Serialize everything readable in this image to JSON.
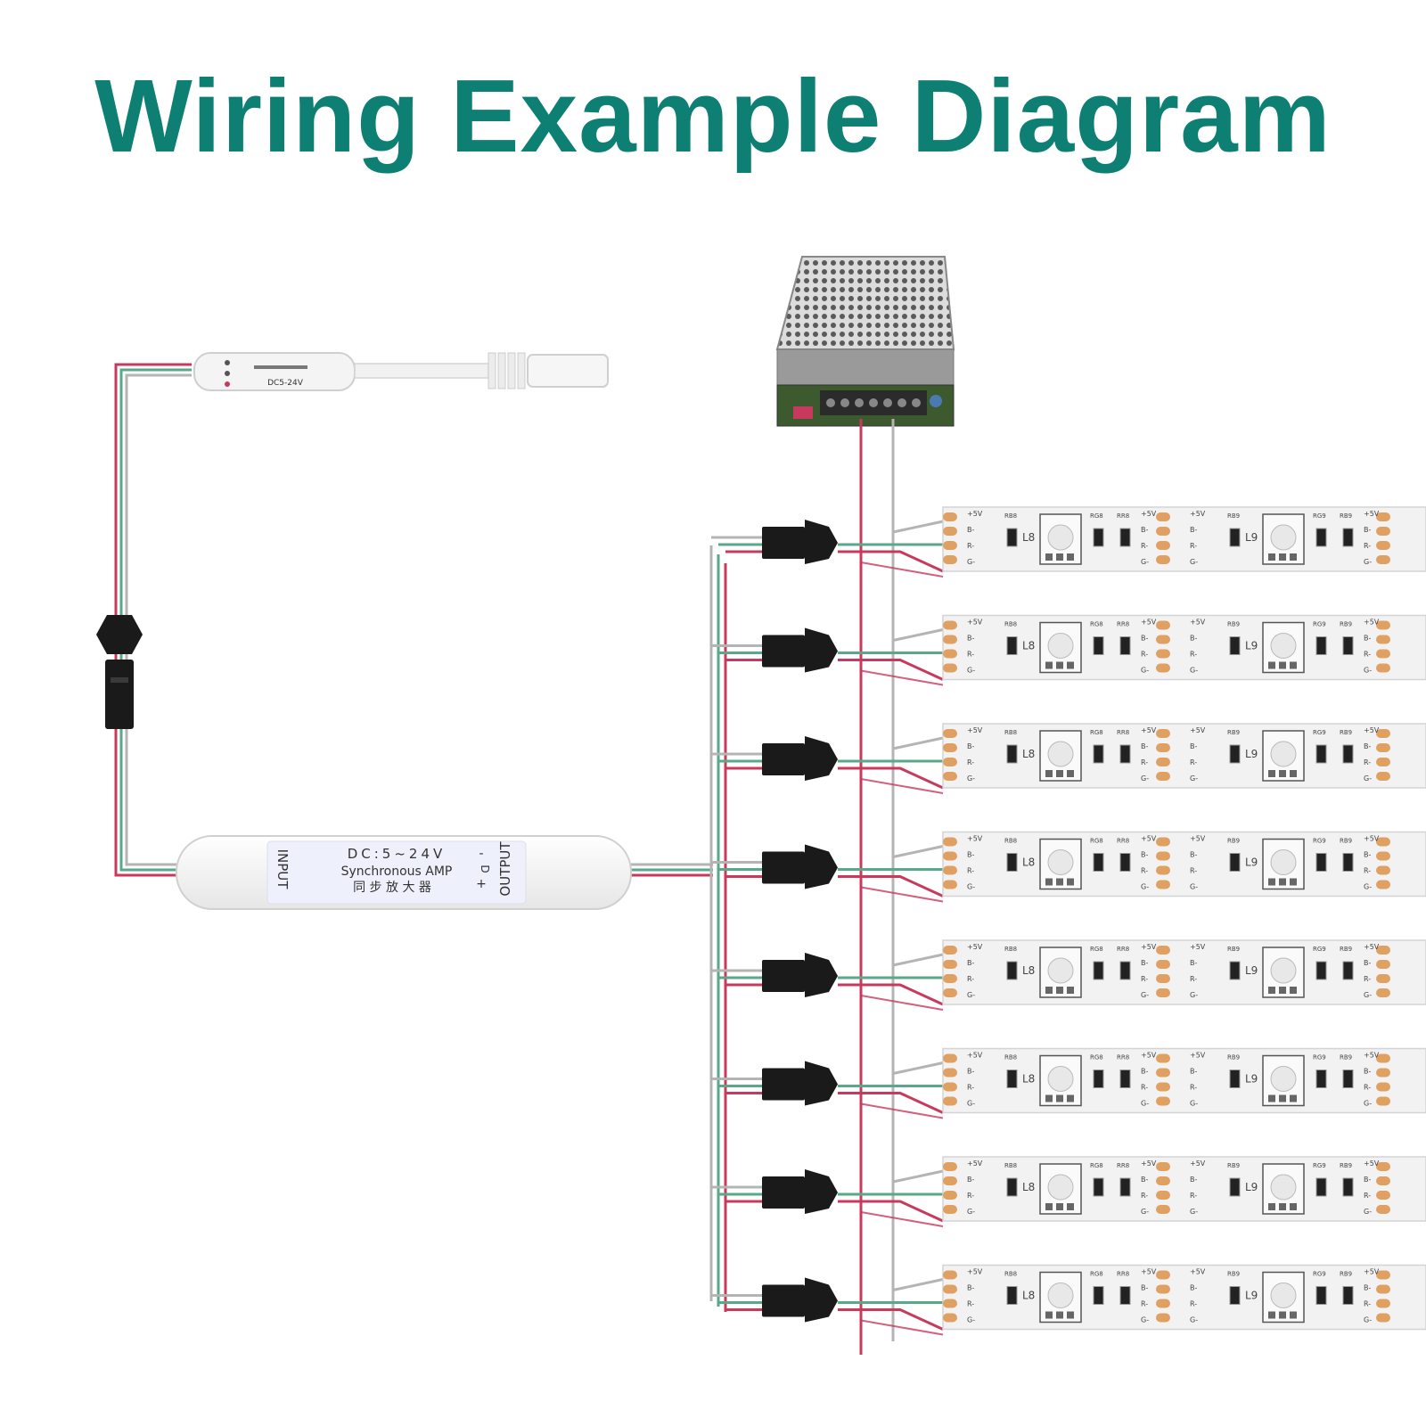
{
  "title": "Wiring Example Diagram",
  "colors": {
    "title": "#0e7f73",
    "wire_red": "#c83a5d",
    "wire_green": "#5aa88a",
    "wire_gray": "#b4b4b4",
    "strip_body": "#f2f2f2",
    "pad": "#e0a062",
    "connector": "#1a1a1a"
  },
  "amplifier": {
    "line1": "DC:5~24V",
    "line2": "Synchronous AMP",
    "line3": "同 步 放 大 器",
    "input_label": "INPUT",
    "output_label": "OUTPUT",
    "pins": [
      "-",
      "D",
      "+"
    ]
  },
  "controller": {
    "label": "DC5-24V"
  },
  "strip": {
    "power_label": "+5V",
    "channels": [
      "B-",
      "R-",
      "G-"
    ],
    "resistor_a": "RB8",
    "resistor_b": "RG8",
    "resistor_c": "RR8",
    "resistor_d": "RB9",
    "resistor_e": "RG9",
    "led_a": "L8",
    "led_b": "L9"
  },
  "strip_count": 8
}
